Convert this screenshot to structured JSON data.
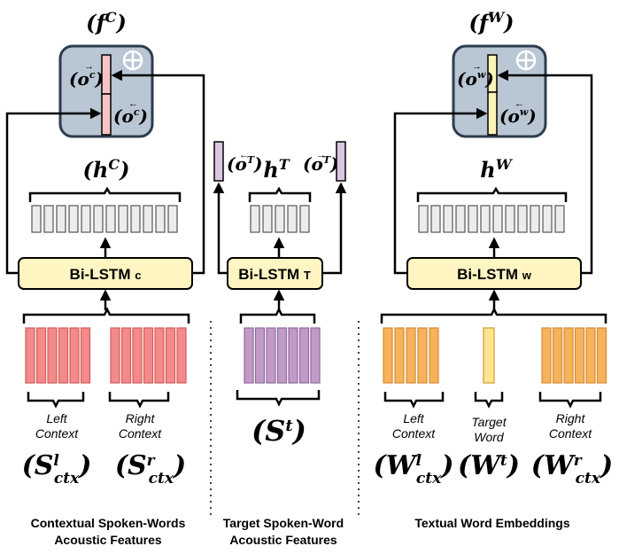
{
  "colors": {
    "pink": "#f48a8a",
    "purple": "#c29ac8",
    "orange": "#f7b25c",
    "light_yellow": "#fdf3b8",
    "fusion_box": "#b9c6d3",
    "lstm_box": "#fff5c2",
    "hidden_cell": "#ececec"
  },
  "columns": {
    "contextual": {
      "fusion_label": "(f^C)",
      "fused_top": "(o^c→)",
      "fused_bottom": "(o^c←)",
      "hidden_label": "(h^C)",
      "lstm_label": "Bi-LSTM c",
      "left_context": [
        "Left",
        "Context"
      ],
      "right_context": [
        "Right",
        "Context"
      ],
      "left_symbol": "(S^l_ctx)",
      "right_symbol": "(S^r_ctx)",
      "caption": [
        "Contextual Spoken-Words",
        "Acoustic Features"
      ]
    },
    "target": {
      "left_out": "(o^T←)",
      "hidden_label": "h^T",
      "right_out": "(o^T→)",
      "lstm_label": "Bi-LSTM T",
      "symbol": "(S^t)",
      "caption": [
        "Target Spoken-Word",
        "Acoustic Features"
      ]
    },
    "textual": {
      "fusion_label": "(f^W)",
      "fused_top": "(o^w→)",
      "fused_bottom": "(o^w←)",
      "hidden_label": "h^W",
      "lstm_label": "Bi-LSTM w",
      "left_context": [
        "Left",
        "Context"
      ],
      "target_word": [
        "Target",
        "Word"
      ],
      "right_context": [
        "Right",
        "Context"
      ],
      "left_symbol": "(W^l_ctx)",
      "target_symbol": "(W^t)",
      "right_symbol": "(W^r_ctx)",
      "caption": [
        "Textual Word Embeddings"
      ]
    }
  }
}
